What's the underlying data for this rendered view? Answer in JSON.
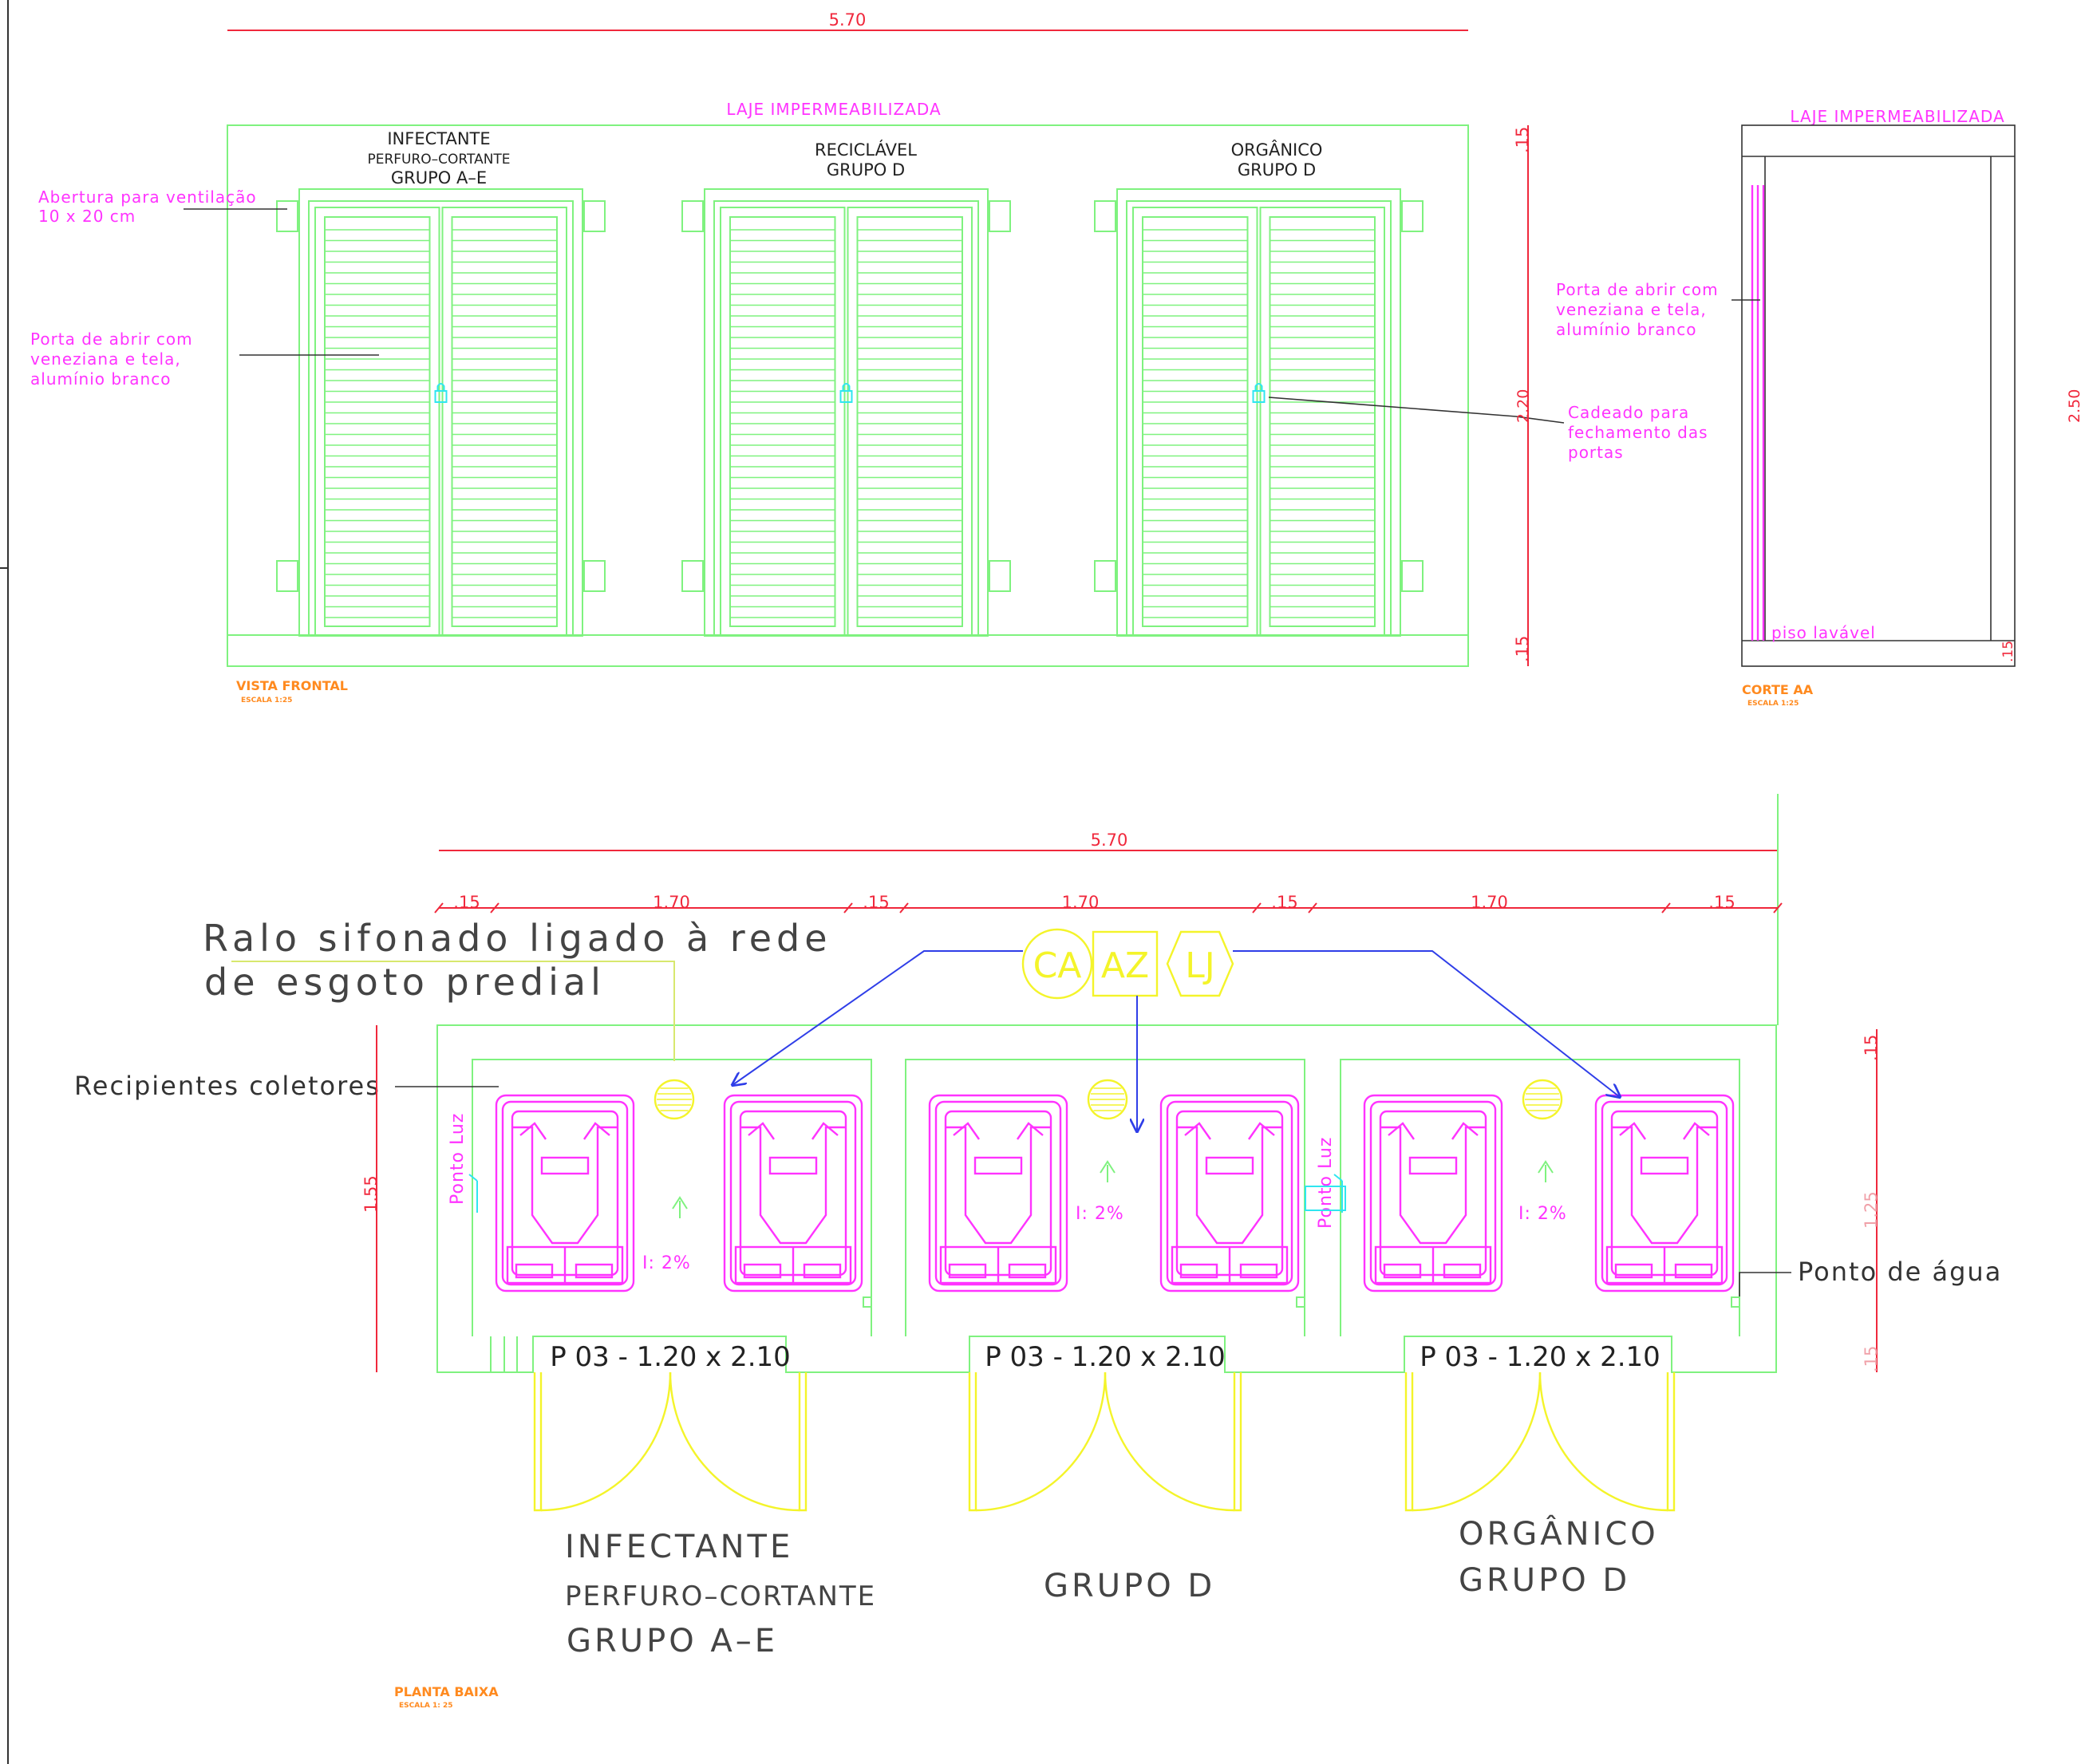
{
  "overall_width": "5.70",
  "front_view": {
    "laje": "LAJE IMPERMEABILIZADA",
    "doors": [
      {
        "lines": [
          "INFECTANTE",
          "PERFURO–CORTANTE",
          "GRUPO A–E"
        ]
      },
      {
        "lines": [
          "RECICLÁVEL",
          "GRUPO D"
        ]
      },
      {
        "lines": [
          "ORGÂNICO",
          "GRUPO D"
        ]
      }
    ],
    "vent_note": [
      "Abertura para ventilação",
      "10 x 20 cm"
    ],
    "door_note": [
      "Porta de abrir com",
      "veneziana e tela,",
      "alumínio branco"
    ],
    "lock_note": [
      "Cadeado para",
      "fechamento das",
      "portas"
    ],
    "dim_top": ".15",
    "dim_mid": "2.20",
    "dim_bottom": ".15",
    "title": "VISTA FRONTAL",
    "scale": "ESCALA 1:25"
  },
  "section": {
    "laje": "LAJE IMPERMEABILIZADA",
    "door_note": [
      "Porta de abrir com",
      "veneziana e tela,",
      "alumínio branco"
    ],
    "floor": "piso lavável",
    "dim_bottom": ".15",
    "dim_right": "2.50",
    "title": "CORTE AA",
    "scale": "ESCALA 1:25"
  },
  "plan": {
    "total": "5.70",
    "segments": [
      ".15",
      "1.70",
      ".15",
      "1.70",
      ".15",
      "1.70",
      ".15"
    ],
    "drain_note": [
      "Ralo sifonado ligado à rede",
      "de esgoto predial"
    ],
    "symbols": [
      "CA",
      "AZ",
      "LJ"
    ],
    "containers_note": "Recipientes coletores",
    "light_point": "Ponto Luz",
    "slope": "I: 2%",
    "water_point": "Ponto de água",
    "door_code": "P 03 - 1.20 x 2.10",
    "dim_left": "1.55",
    "dim_right": [
      ".15",
      "1.25",
      ".15"
    ],
    "rooms": [
      {
        "lines": [
          "INFECTANTE",
          "PERFURO–CORTANTE",
          "GRUPO A–E"
        ]
      },
      {
        "lines": [
          "GRUPO D"
        ]
      },
      {
        "lines": [
          "ORGÂNICO",
          "GRUPO D"
        ]
      }
    ],
    "title": "PLANTA BAIXA",
    "scale": "ESCALA 1: 25"
  },
  "colors": {
    "walls": "#7ff27f",
    "dimensions": "#f0283c",
    "annotations": "#ff33ff",
    "doors_plan": "#f4f42a",
    "arrows": "#2f3ee8",
    "titles": "#ff8a1f"
  },
  "icons": [
    "padlock-icon",
    "floor-drain-icon",
    "waste-bin-icon",
    "slope-arrow-icon",
    "door-swing-icon",
    "light-switch-icon"
  ]
}
